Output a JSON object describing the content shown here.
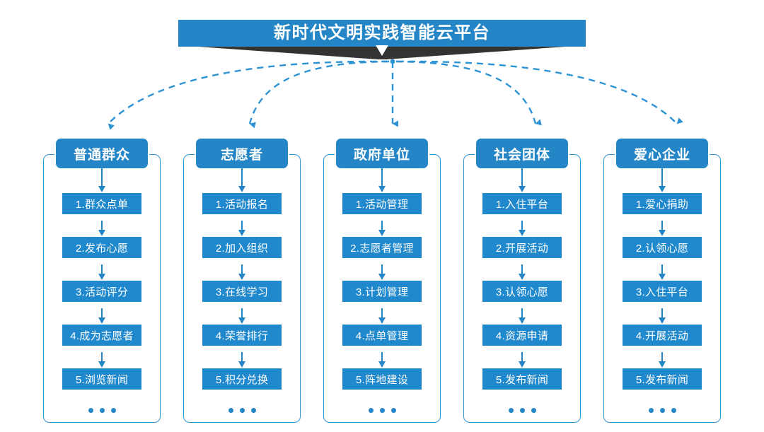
{
  "header": {
    "title": "新时代文明实践智能云平台",
    "bar_color": "#2486c6",
    "tail_color": "#333333",
    "title_color": "#ffffff"
  },
  "theme": {
    "accent": "#2486c6",
    "box_blue": "#2088cc",
    "frame_border": "#2e93d4",
    "background": "#ffffff"
  },
  "ellipsis": "• • •",
  "columns": [
    {
      "title": "普通群众",
      "items": [
        "1.群众点单",
        "2.发布心愿",
        "3.活动评分",
        "4.成为志愿者",
        "5.浏览新闻"
      ]
    },
    {
      "title": "志愿者",
      "items": [
        "1.活动报名",
        "2.加入组织",
        "3.在线学习",
        "4.荣誉排行",
        "5.积分兑换"
      ]
    },
    {
      "title": "政府单位",
      "items": [
        "1.活动管理",
        "2.志愿者管理",
        "3.计划管理",
        "4.点单管理",
        "5.阵地建设"
      ]
    },
    {
      "title": "社会团体",
      "items": [
        "1.入住平台",
        "2.开展活动",
        "3.认领心愿",
        "4.资源申请",
        "5.发布新闻"
      ]
    },
    {
      "title": "爱心企业",
      "items": [
        "1.爱心捐助",
        "2.认领心愿",
        "3.入住平台",
        "4.开展活动",
        "5.发布新闻"
      ]
    }
  ]
}
